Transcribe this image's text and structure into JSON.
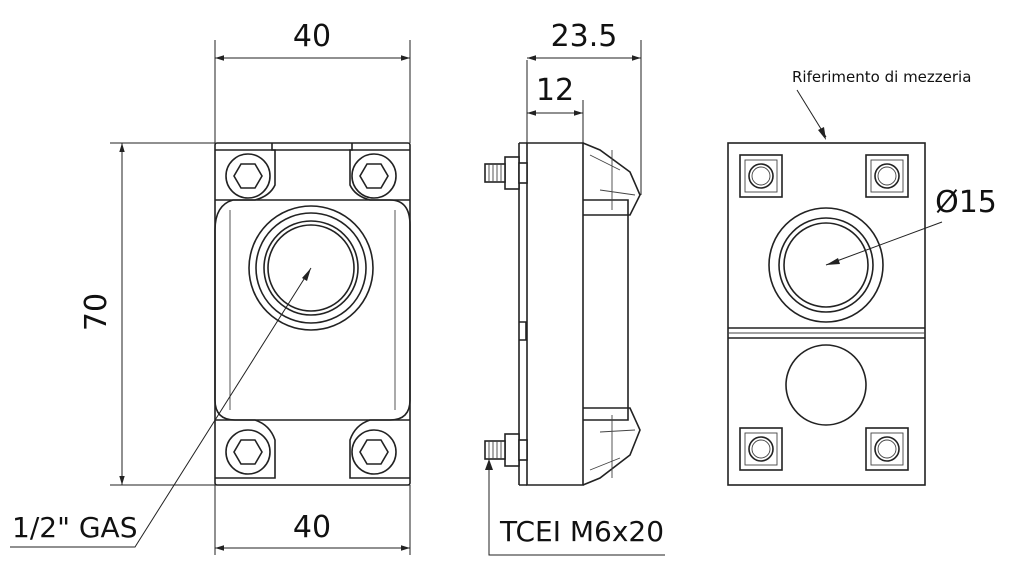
{
  "dimensions": {
    "front_width_top": "40",
    "front_width_bottom": "40",
    "front_height": "70",
    "side_total_depth": "23.5",
    "side_partial_depth": "12",
    "bore_diameter": "Ø15"
  },
  "callouts": {
    "thread": "1/2\" GAS",
    "screw": "TCEI M6x20",
    "reference": "Riferimento di mezzeria"
  },
  "colors": {
    "line": "#222222",
    "background": "#ffffff"
  }
}
